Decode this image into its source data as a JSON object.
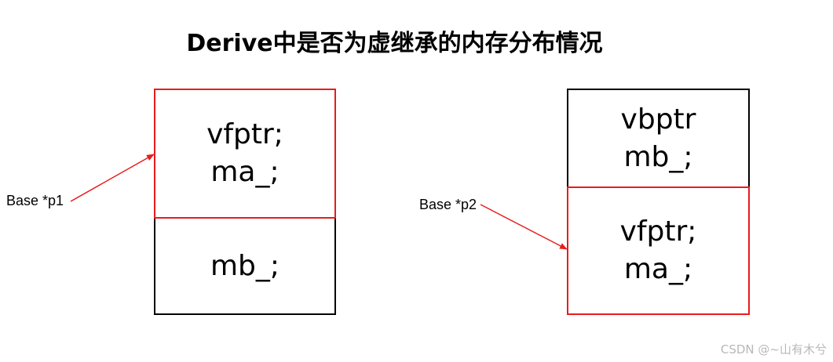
{
  "title": "Derive中是否为虚继承的内存分布情况",
  "left_layout": {
    "pointer_label": "Base *p1",
    "base_part": {
      "line1": "vfptr;",
      "line2": "ma_;"
    },
    "derive_part": {
      "line1": "mb_;"
    }
  },
  "right_layout": {
    "pointer_label": "Base *p2",
    "derive_part": {
      "line1": "vbptr",
      "line2": "mb_;"
    },
    "base_part": {
      "line1": "vfptr;",
      "line2": "ma_;"
    }
  },
  "colors": {
    "highlight": "#e81c1c",
    "border": "#000000",
    "watermark": "#b8b8b8"
  },
  "watermark": "CSDN @~山有木兮"
}
